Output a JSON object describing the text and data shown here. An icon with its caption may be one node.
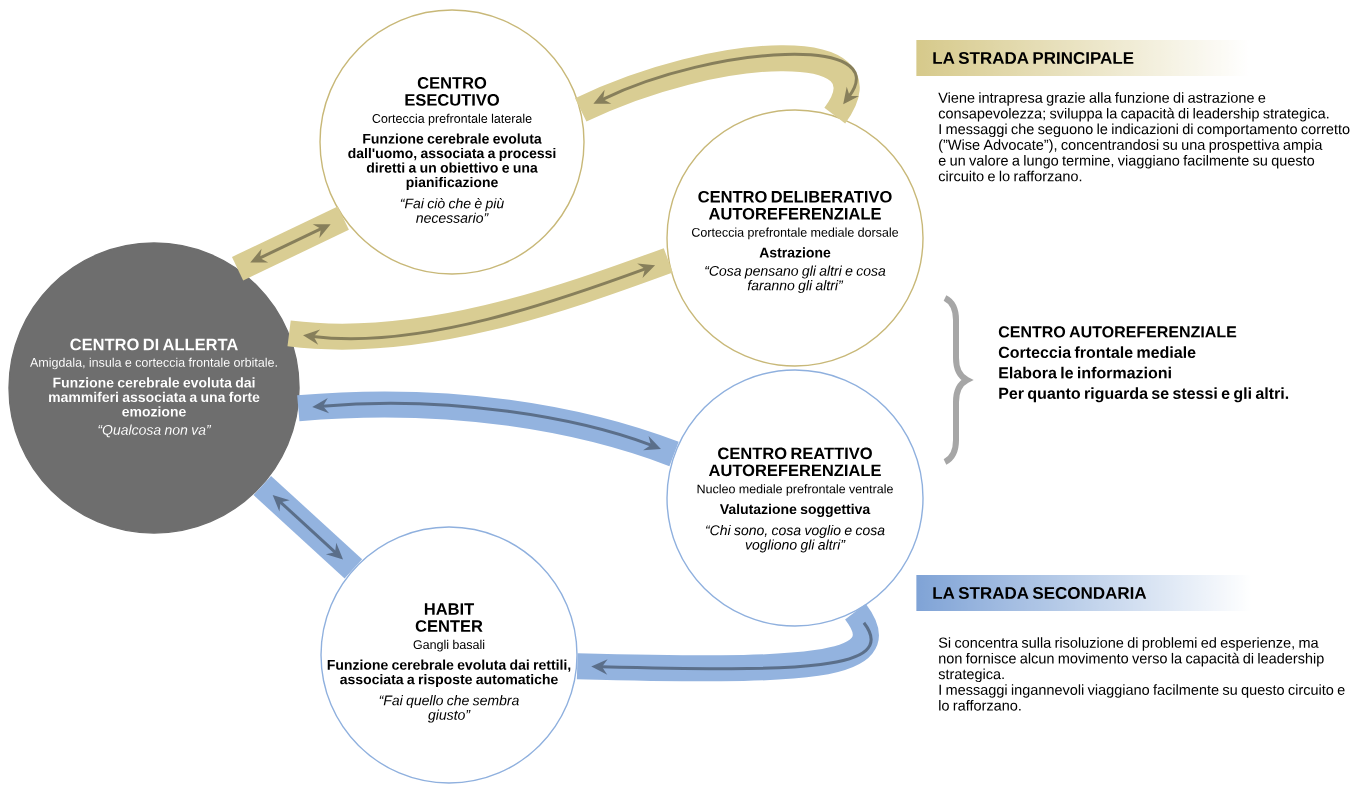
{
  "diagram": {
    "nodes": [
      {
        "text": [
          "CENTRO ESECUTIVO",
          "Corteccia prefrontale laterale",
          "Funzione cerebrale evoluta dall'uomo, associata a processi diretti a un obiettivo e una pianificazione",
          "“Fai ciò che è più necessario”"
        ]
      },
      {
        "text": [
          "CENTRO DELIBERATIVO AUTOREFERENZIALE",
          "Corteccia prefrontale mediale dorsale",
          "Astrazione",
          "“Cosa pensano gli altri e cosa faranno gli altri”"
        ]
      },
      {
        "text": [
          "CENTRO DI ALLERTA",
          "Amigdala, insula e corteccia frontale orbitale.",
          "Funzione cerebrale evoluta dai mammiferi associata a una forte emozione",
          "“Qualcosa non va”"
        ]
      },
      {
        "text": [
          "CENTRO REATTIVO AUTOREFERENZIALE",
          "Nucleo mediale prefrontale ventrale",
          "Valutazione soggettiva",
          "“Chi sono, cosa voglio e cosa vogliono gli altri”"
        ]
      },
      {
        "text": [
          "HABIT CENTER",
          "Gangli basali",
          "Funzione cerebrale evoluta dai rettili, associata a risposte automatiche",
          "“Fai quello che sembra giusto”"
        ]
      },
      {
        "text": [
          "LA STRADA PRINCIPALE"
        ],
        "beside": [
          "Viene intrapresa grazie alla funzione di astrazione e consapevolezza; sviluppa la capacità di leadership strategica.",
          "I messaggi che seguono le indicazioni di comportamento corretto (”Wise Advocate”), concentrandosi su una prospettiva ampia e un valore a lungo termine, viaggiano facilmente su questo circuito e lo rafforzano."
        ]
      },
      {
        "text": [
          "LA STRADA SECONDARIA"
        ],
        "beside": [
          "Si concentra sulla risoluzione di problemi ed esperienze, ma non fornisce alcun movimento verso la capacità di leadership strategica.",
          "I messaggi ingannevoli viaggiano facilmente su questo circuito e lo rafforzano."
        ]
      }
    ],
    "edges": [
      {
        "from": 2,
        "to": 0,
        "arrow": "both",
        "color": "#d9cd93"
      },
      {
        "from": 0,
        "to": 1,
        "arrow": "both",
        "color": "#d9cd93"
      },
      {
        "from": 1,
        "to": 2,
        "arrow": "both",
        "color": "#d9cd93"
      },
      {
        "from": 2,
        "to": 3,
        "arrow": "both",
        "color": "#93b3df"
      },
      {
        "from": 2,
        "to": 4,
        "arrow": "both",
        "color": "#93b3df"
      },
      {
        "from": 3,
        "to": 4,
        "arrow": "to",
        "color": "#93b3df"
      }
    ],
    "labels": [
      "CENTRO AUTOREFERENZIALE",
      "Corteccia frontale mediale",
      "Elabora le informazioni",
      "Per quanto riguarda se stessi e gli altri."
    ]
  }
}
